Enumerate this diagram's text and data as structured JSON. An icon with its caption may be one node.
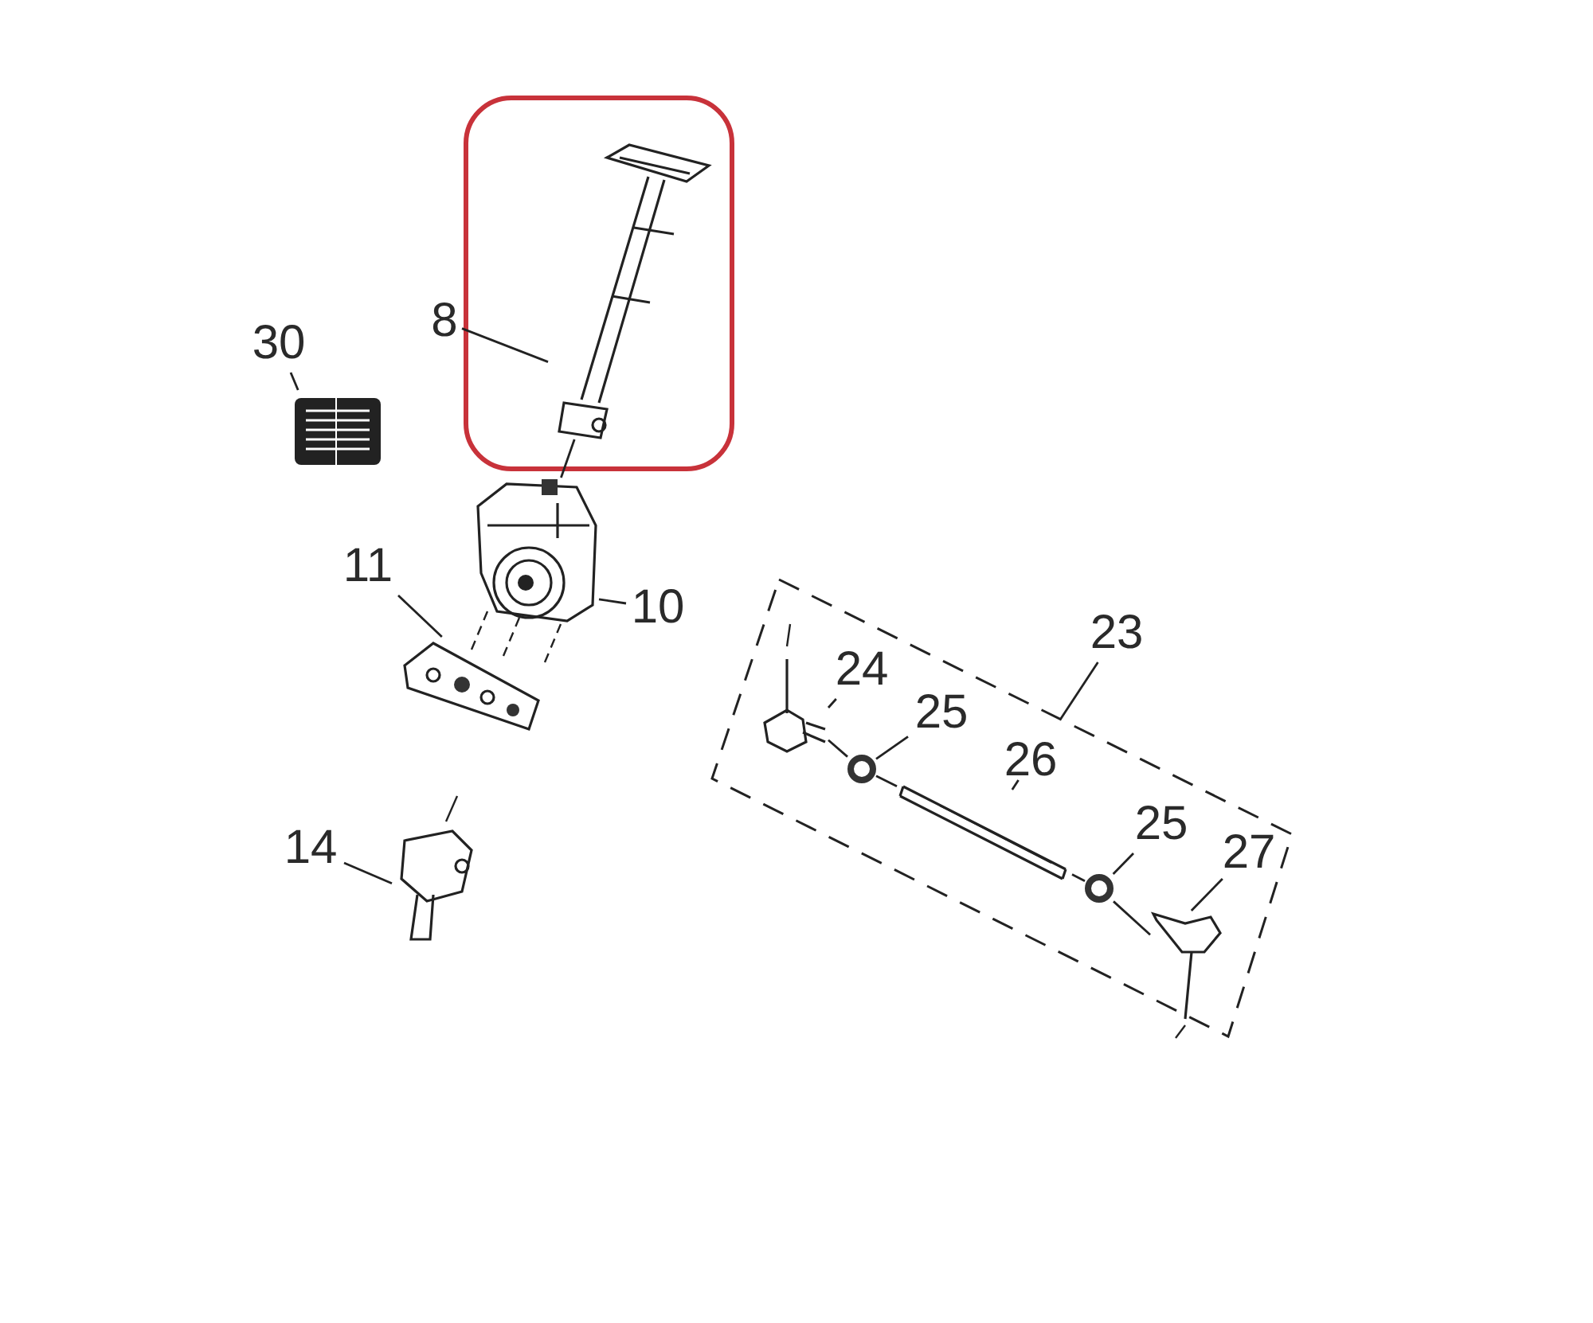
{
  "diagram": {
    "nodes": [
      {
        "text": [],
        "shape": "box"
      },
      {
        "text": [],
        "shape": "picture",
        "in": 0
      },
      {
        "text": [
          "8"
        ]
      },
      {
        "text": [
          "30"
        ]
      },
      {
        "text": [],
        "shape": "picture"
      },
      {
        "text": [
          "11"
        ]
      },
      {
        "text": [
          "10"
        ]
      },
      {
        "text": [],
        "shape": "picture"
      },
      {
        "text": [],
        "shape": "picture"
      },
      {
        "text": [
          "23"
        ]
      },
      {
        "text": [],
        "shape": "box"
      },
      {
        "text": [
          "24"
        ],
        "in": 10
      },
      {
        "text": [],
        "shape": "picture",
        "in": 10
      },
      {
        "text": [
          "25"
        ],
        "in": 10
      },
      {
        "text": [],
        "shape": "circle",
        "in": 10
      },
      {
        "text": [
          "26"
        ],
        "in": 10
      },
      {
        "text": [],
        "shape": "picture",
        "in": 10
      },
      {
        "text": [
          "25"
        ],
        "in": 10
      },
      {
        "text": [],
        "shape": "circle",
        "in": 10
      },
      {
        "text": [
          "27"
        ],
        "in": 10
      },
      {
        "text": [],
        "shape": "picture",
        "in": 10
      },
      {
        "text": [
          "14"
        ]
      },
      {
        "text": [],
        "shape": "picture"
      }
    ],
    "edges": [
      {
        "from": 2,
        "to": 1,
        "arrow": "none"
      },
      {
        "from": 3,
        "to": 4,
        "arrow": "none"
      },
      {
        "from": 5,
        "to": 8,
        "arrow": "none"
      },
      {
        "from": 6,
        "to": 7,
        "arrow": "none"
      },
      {
        "from": 9,
        "to": 10,
        "arrow": "none"
      },
      {
        "from": 11,
        "to": 12,
        "arrow": "none"
      },
      {
        "from": 13,
        "to": 14,
        "arrow": "none"
      },
      {
        "from": 15,
        "to": 16,
        "arrow": "none"
      },
      {
        "from": 17,
        "to": 18,
        "arrow": "none"
      },
      {
        "from": 19,
        "to": 20,
        "arrow": "none"
      },
      {
        "from": 21,
        "to": 22,
        "arrow": "none"
      },
      {
        "from": 1,
        "to": 7,
        "arrow": "none"
      },
      {
        "from": 12,
        "to": 14,
        "arrow": "none"
      },
      {
        "from": 14,
        "to": 16,
        "arrow": "none"
      },
      {
        "from": 16,
        "to": 18,
        "arrow": "none"
      },
      {
        "from": 18,
        "to": 20,
        "arrow": "none"
      }
    ]
  }
}
